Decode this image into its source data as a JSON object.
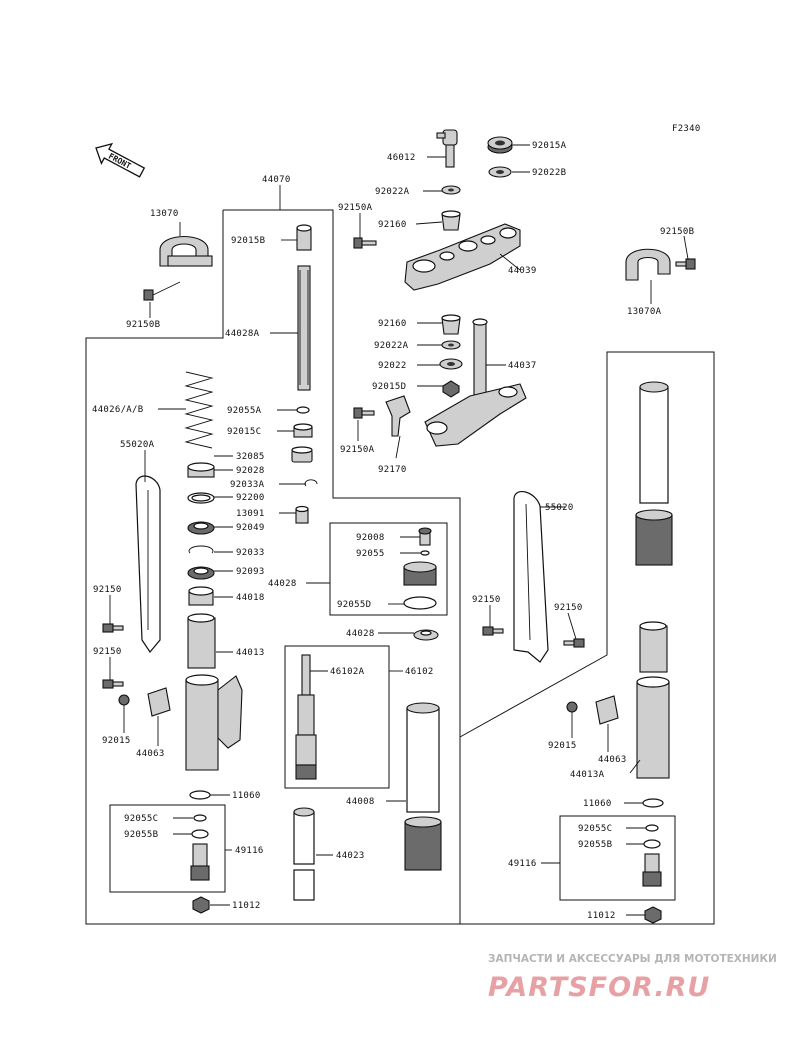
{
  "diagram": {
    "code": "F2340",
    "front_label": "FRONT",
    "labels": {
      "p44070": "44070",
      "p46012": "46012",
      "p92015A": "92015A",
      "p92022B": "92022B",
      "p92022A_top": "92022A",
      "p92150A_top": "92150A",
      "p92160_top": "92160",
      "p13070": "13070",
      "p92015B": "92015B",
      "p44039": "44039",
      "p92150B_right": "92150B",
      "p13070A": "13070A",
      "p92150B_left": "92150B",
      "p44028A": "44028A",
      "p92160_mid": "92160",
      "p92022A_mid": "92022A",
      "p92022": "92022",
      "p44037": "44037",
      "p92015D": "92015D",
      "p44026": "44026/A/B",
      "p92055A": "92055A",
      "p92015C": "92015C",
      "p92150A_mid": "92150A",
      "p55020A": "55020A",
      "p32085": "32085",
      "p92170": "92170",
      "p92028": "92028",
      "p92033A": "92033A",
      "p92200": "92200",
      "p55020": "55020",
      "p13091": "13091",
      "p92049": "92049",
      "p92008": "92008",
      "p92055": "92055",
      "p92033": "92033",
      "p92093": "92093",
      "p44028_grp": "44028",
      "p92150_l1": "92150",
      "p44018": "44018",
      "p92055D": "92055D",
      "p92150_r1": "92150",
      "p92150_r2": "92150",
      "p44028_b": "44028",
      "p92150_l2": "92150",
      "p44013": "44013",
      "p46102A": "46102A",
      "p46102": "46102",
      "p92015_l": "92015",
      "p44063_l": "44063",
      "p92015_r": "92015",
      "p44063_r": "44063",
      "p44013A": "44013A",
      "p11060_l": "11060",
      "p11060_r": "11060",
      "p44008": "44008",
      "p92055C_l": "92055C",
      "p92055B_l": "92055B",
      "p49116_l": "49116",
      "p44023": "44023",
      "p92055C_r": "92055C",
      "p92055B_r": "92055B",
      "p49116_r": "49116",
      "p11012_l": "11012",
      "p11012_r": "11012"
    }
  },
  "watermark": {
    "tagline": "ЗАПЧАСТИ И АКСЕССУАРЫ ДЛЯ МОТОТЕХНИКИ",
    "brand": "PARTSFOR.RU",
    "brand_color": "#e7a1a4"
  }
}
